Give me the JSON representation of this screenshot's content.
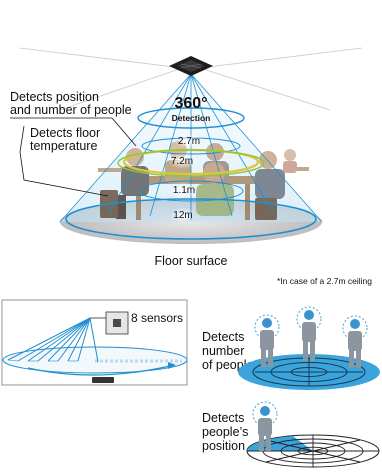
{
  "top": {
    "label_position": [
      "Detects position",
      "and number of people"
    ],
    "label_floor_temp": [
      "Detects floor",
      "temperature"
    ],
    "angle": "360°",
    "angle_caption": "Detection",
    "ring_1": "2.7m",
    "ring_2": "7.2m",
    "ring_3": "1.1m",
    "ring_4": "12m",
    "floor_label": "Floor surface",
    "footnote": "*In case of a 2.7m ceiling"
  },
  "sensors_panel": {
    "label": "8 sensors"
  },
  "people_panel": {
    "label_number": [
      "Detects",
      "number",
      "of people"
    ],
    "label_position": [
      "Detects",
      "people’s",
      "position"
    ]
  },
  "colors": {
    "cone_blue": "#1f8fd0",
    "zone_fill": "#3ba4dc",
    "ring_yellow": "#e0c43a",
    "ring_green": "#8cc63f",
    "person_gray": "#8c96a0"
  }
}
